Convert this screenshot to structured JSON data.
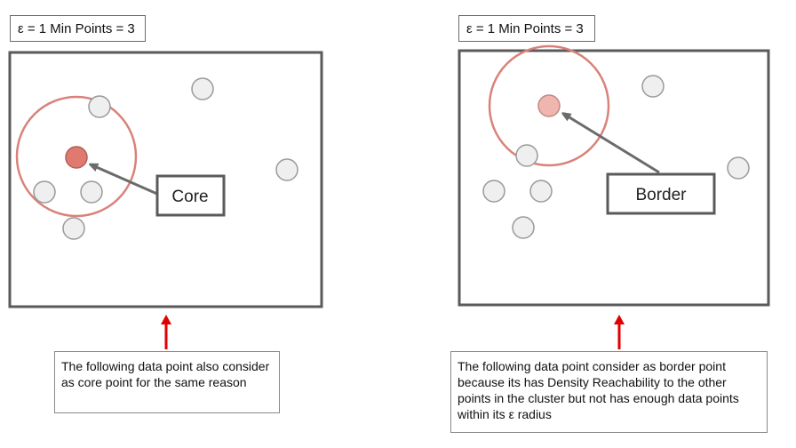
{
  "left_panel": {
    "params": "ε = 1 Min Points = 3",
    "label": "Core",
    "note": "The following data point also consider as core point for the same reason"
  },
  "right_panel": {
    "params": "ε = 1 Min Points = 3",
    "label": "Border",
    "note": "The following data point consider as border point because its has Density Reachability to the other points in the cluster but not has enough data points within its ε radius"
  },
  "colors": {
    "frame": "#5a5a5a",
    "point_fill": "#efefef",
    "point_stroke": "#9a9a9a",
    "epsilon_circle": "#d9827a",
    "core_point": "#e07a70",
    "border_point": "#f0b5ae",
    "pointer_arrow": "#6b6b6b",
    "up_arrow": "#e00000"
  }
}
